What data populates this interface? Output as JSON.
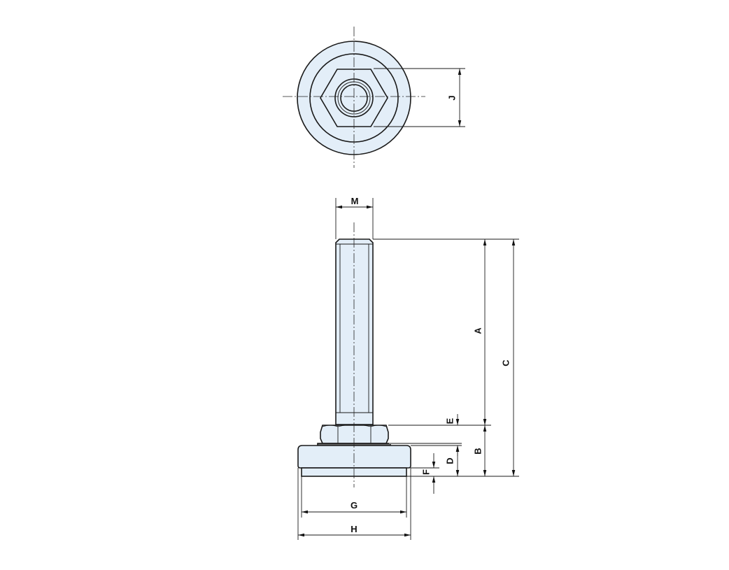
{
  "colors": {
    "part_fill": "#e3eef8",
    "outline": "#1a1a1a",
    "pad_edge": "#8a8a8a",
    "background": "#ffffff"
  },
  "labels": {
    "J": "J",
    "M": "M",
    "A": "A",
    "C": "C",
    "E": "E",
    "B": "B",
    "D": "D",
    "F": "F",
    "G": "G",
    "H": "H"
  }
}
